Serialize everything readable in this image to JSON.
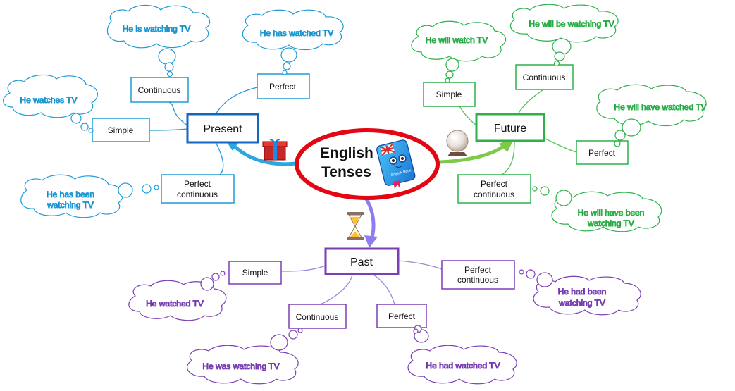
{
  "center": {
    "line1": "English",
    "line2": "Tenses",
    "book_text": "English Book"
  },
  "colors": {
    "present": "#1f9bd6",
    "future": "#2db24a",
    "past": "#7a3fb5",
    "center_ring": "#e30613",
    "past_arrow": "#8f7cf2",
    "future_arrow": "#7fc94a",
    "present_arrow": "#2aa7e0"
  },
  "present": {
    "title": "Present",
    "simple": "Simple",
    "continuous": "Continuous",
    "perfect": "Perfect",
    "perfect_continuous_1": "Perfect",
    "perfect_continuous_2": "continuous",
    "examples": {
      "simple": "He watches TV",
      "continuous": "He is watching TV",
      "perfect": "He has watched TV",
      "perfect_continuous_1": "He has been",
      "perfect_continuous_2": "watching TV"
    }
  },
  "future": {
    "title": "Future",
    "simple": "Simple",
    "continuous": "Continuous",
    "perfect": "Perfect",
    "perfect_continuous_1": "Perfect",
    "perfect_continuous_2": "continuous",
    "examples": {
      "simple": "He will watch TV",
      "continuous": "He will be watching TV",
      "perfect": "He will have watched TV",
      "perfect_continuous_1": "He will have been",
      "perfect_continuous_2": "watching TV"
    }
  },
  "past": {
    "title": "Past",
    "simple": "Simple",
    "continuous": "Continuous",
    "perfect": "Perfect",
    "perfect_continuous_1": "Perfect",
    "perfect_continuous_2": "continuous",
    "examples": {
      "simple": "He watched TV",
      "continuous": "He was watching TV",
      "perfect": "He had watched TV",
      "perfect_continuous_1": "He had been",
      "perfect_continuous_2": "watching TV"
    }
  },
  "icons": [
    "gift-icon",
    "crystal-ball-icon",
    "hourglass-icon",
    "book-icon"
  ]
}
